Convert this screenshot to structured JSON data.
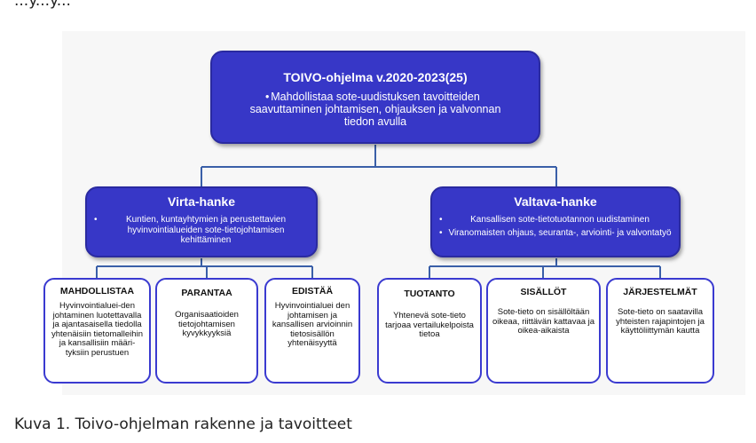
{
  "top_fragment": "...y...y...",
  "root": {
    "title": "TOIVO-ohjelma v.2020-2023(25)",
    "bullets": [
      "Mahdollistaa sote-uudistuksen tavoitteiden saavuttaminen johtamisen, ohjauksen ja valvonnan tiedon avulla"
    ]
  },
  "virta": {
    "title": "Virta-hanke",
    "bullets": [
      "Kuntien, kuntayhtymien ja perustettavien hyvinvointialueiden sote-tietojohtamisen kehittäminen"
    ]
  },
  "valtava": {
    "title": "Valtava-hanke",
    "bullets": [
      "Kansallisen sote-tietotuotannon uudistaminen",
      "Viranomaisten ohjaus, seuranta-, arviointi- ja valvontatyö"
    ]
  },
  "leaves": [
    {
      "title": "MAHDOLLISTAA",
      "text": "Hyvinvointialuei-den johtaminen luotettavalla ja ajantasaisella tiedolla yhtenäisiin tietomalleihin ja kansallisiin määri-tyksiin perustuen"
    },
    {
      "title": "PARANTAA",
      "text": "Organisaatioiden tietojohtamisen kyvykkyyksiä"
    },
    {
      "title": "EDISTÄÄ",
      "text": "Hyvinvointialuei den johtamisen ja kansallisen arvioinnin tietosisällön yhtenäisyyttä"
    },
    {
      "title": "TUOTANTO",
      "text": "Yhtenevä sote-tieto tarjoaa vertailukelpoista tietoa"
    },
    {
      "title": "SISÄLLÖT",
      "text": "Sote-tieto on sisällöltään oikeaa, riittävän kattavaa ja oikea-aikaista"
    },
    {
      "title": "JÄRJESTELMÄT",
      "text": "Sote-tieto on saatavilla yhteisten rajapintojen ja käyttöliittymän kautta"
    }
  ],
  "caption": "Kuva 1. Toivo-ohjelman rakenne ja tavoitteet",
  "colors": {
    "box_fill": "#3737c7",
    "connector": "#3a5fa8",
    "leaf_border": "#3a3ad0"
  }
}
